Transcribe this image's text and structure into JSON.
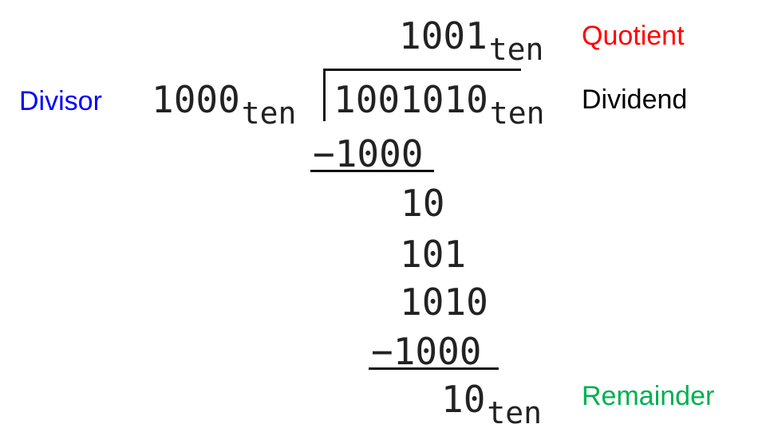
{
  "quotient": {
    "number": "1001",
    "base": "ten",
    "label": "Quotient",
    "label_color": "#ff0000"
  },
  "divisor": {
    "number": "1000",
    "base": "ten",
    "label": "Divisor",
    "label_color": "#0000ff"
  },
  "dividend": {
    "number": "1001010",
    "base": "ten",
    "label": "Dividend",
    "label_color": "#000000"
  },
  "steps": {
    "subtract1": "−1000",
    "partial1": "10",
    "partial2": "101",
    "partial3": "1010",
    "subtract2": "−1000"
  },
  "remainder": {
    "number": "10",
    "base": "ten",
    "label": "Remainder",
    "label_color": "#00b050"
  }
}
